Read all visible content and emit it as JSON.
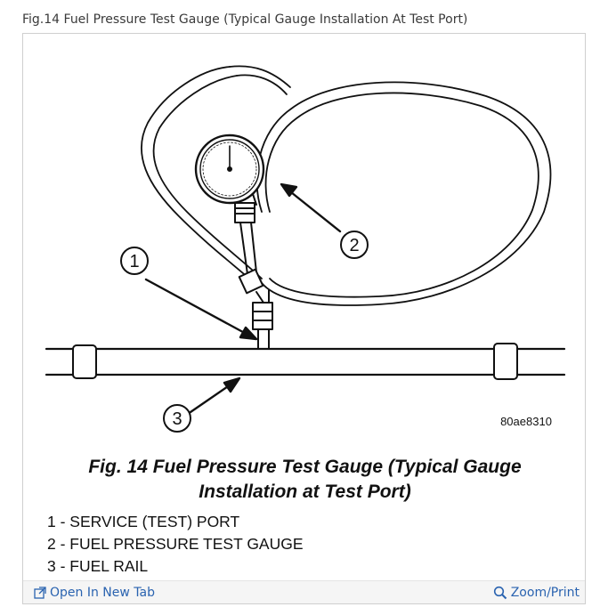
{
  "page": {
    "title": "Fig.14 Fuel Pressure Test Gauge (Typical Gauge Installation At Test Port)"
  },
  "diagram": {
    "callouts": [
      "1",
      "2",
      "3"
    ],
    "code": "80ae8310"
  },
  "caption": {
    "line1": "Fig. 14 Fuel Pressure Test Gauge (Typical Gauge",
    "line2": "Installation at Test Port)"
  },
  "legend": [
    {
      "text": "1 - SERVICE (TEST) PORT"
    },
    {
      "text": "2 - FUEL PRESSURE TEST GAUGE"
    },
    {
      "text": "3 - FUEL RAIL"
    }
  ],
  "footer": {
    "open_tab_label": "Open In New Tab",
    "zoom_label": "Zoom/Print",
    "open_tab_icon": "open-external-icon",
    "zoom_icon": "magnifier-icon"
  },
  "colors": {
    "link": "#2a63b0",
    "title_text": "#3a3a3a"
  }
}
